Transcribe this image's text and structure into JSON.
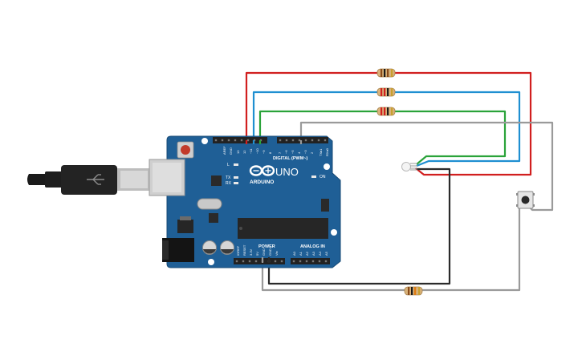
{
  "board": {
    "brand": "ARDUINO",
    "model": "UNO",
    "digital_header_label": "DIGITAL (PWM~)",
    "power_header_label": "POWER",
    "analog_header_label": "ANALOG IN",
    "on_label": "ON",
    "led_l": "L",
    "led_tx": "TX",
    "led_rx": "RX",
    "aref_label": "AREF",
    "gnd_label": "GND",
    "tx_pin_label": "TX▸1",
    "rx_pin_label": "RX◂0",
    "digital_pin_labels": [
      "13",
      "12",
      "~11",
      "~10",
      "~9",
      "8",
      "7",
      "~6",
      "~5",
      "4",
      "~3",
      "2"
    ],
    "power_pin_labels": [
      "IOREF",
      "RESET",
      "3.3V",
      "5V",
      "GND",
      "GND",
      "Vin"
    ],
    "analog_pin_labels": [
      "A0",
      "A1",
      "A2",
      "A3",
      "A4",
      "A5"
    ]
  },
  "colors": {
    "board": "#1f5f96",
    "wire_red": "#d11f1f",
    "wire_blue": "#1f8fd1",
    "wire_green": "#2aa33a",
    "wire_gray": "#9a9a9a",
    "wire_black": "#2a2a2a"
  },
  "components": {
    "usb_cable": "usb-cable",
    "rgb_led": "rgb-led",
    "pushbutton": "pushbutton",
    "resistors": [
      "resistor-red",
      "resistor-blue",
      "resistor-green",
      "resistor-bottom"
    ]
  }
}
